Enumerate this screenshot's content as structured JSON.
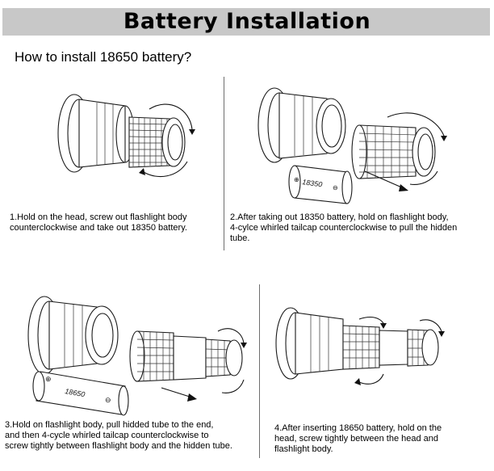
{
  "header": {
    "title": "Battery Installation"
  },
  "subtitle": "How to install 18650 battery?",
  "steps": [
    {
      "caption": "1.Hold on the head, screw out flashlight body\n   counterclockwise and take out 18350 battery."
    },
    {
      "caption": "2.After taking out 18350 battery, hold on flashlight body,\n4-cylce whirled tailcap counterclockwise to pull the hidden\ntube."
    },
    {
      "caption": "3.Hold on flashlight body, pull hidded tube to the end,\nand then 4-cycle whirled tailcap counterclockwise to\nscrew tightly between flashlight body and the hidden tube."
    },
    {
      "caption": "4.After inserting 18650 battery, hold on the\nhead, screw tightly between the head and\nflashlight body."
    }
  ],
  "batteries": {
    "small": {
      "label": "18350"
    },
    "large": {
      "label": "18650"
    }
  },
  "colors": {
    "header_bar": "#c8c8c8",
    "divider": "#6e6e6e"
  }
}
